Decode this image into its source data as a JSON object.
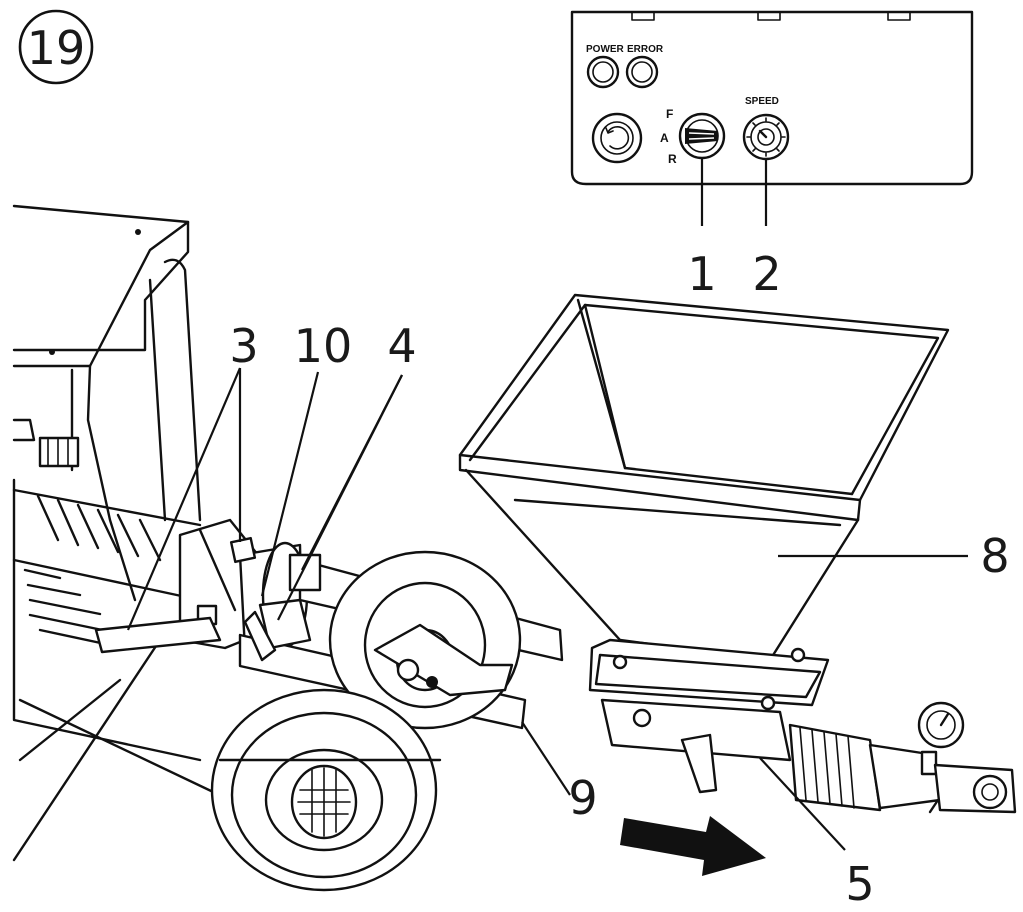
{
  "figure": {
    "step_number": "19",
    "panel": {
      "power_label": "POWER",
      "error_label": "ERROR",
      "speed_label": "SPEED",
      "switch_positions": [
        "F",
        "A",
        "R"
      ]
    },
    "callouts": [
      {
        "id": "c1",
        "text": "1"
      },
      {
        "id": "c2",
        "text": "2"
      },
      {
        "id": "c3",
        "text": "3"
      },
      {
        "id": "c10",
        "text": "10"
      },
      {
        "id": "c4",
        "text": "4"
      },
      {
        "id": "c8",
        "text": "8"
      },
      {
        "id": "c9",
        "text": "9"
      },
      {
        "id": "c5",
        "text": "5"
      }
    ]
  }
}
